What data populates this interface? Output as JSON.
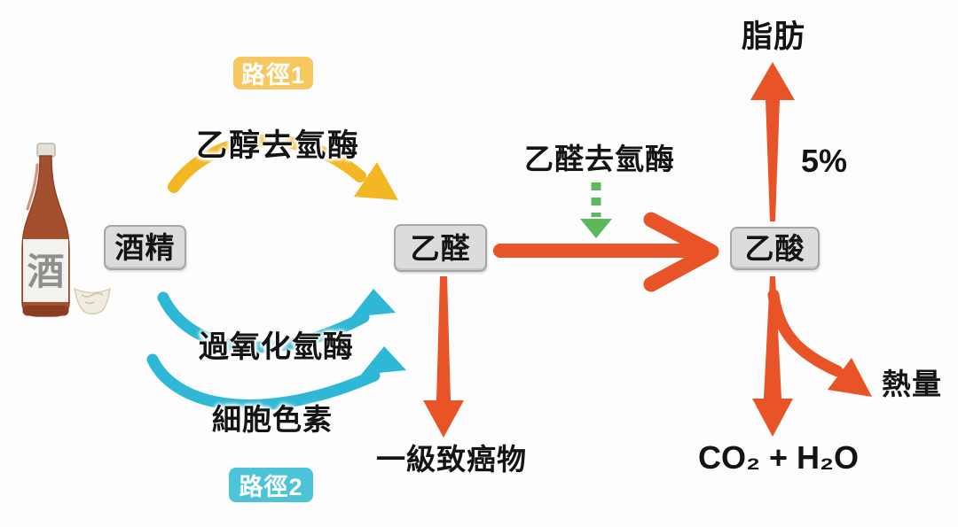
{
  "colors": {
    "pathway1_yellow": "#F2B722",
    "pathway1_badge": "#F6C85F",
    "pathway2_cyan": "#2EB8D5",
    "pathway2_badge": "#4CC3D6",
    "reaction_red": "#E85327",
    "enzyme_green": "#5CB85C",
    "node_fill": "#DCDCDA",
    "bottle_brown": "#A4502F"
  },
  "bottle": {
    "label": "酒"
  },
  "pathway1": {
    "badge": "路徑1",
    "enzyme": "乙醇去氫酶"
  },
  "pathway2": {
    "badge": "路徑2",
    "enzymes": [
      "過氧化氫酶",
      "細胞色素"
    ]
  },
  "nodes": {
    "ethanol": "酒精",
    "acetaldehyde": "乙醛",
    "acetate": "乙酸"
  },
  "step2": {
    "enzyme": "乙醛去氫酶"
  },
  "outputs": {
    "fat": "脂肪",
    "fat_percent": "5%",
    "carcinogen": "一級致癌物",
    "heat": "熱量",
    "co2_h2o": "CO₂ + H₂O"
  }
}
